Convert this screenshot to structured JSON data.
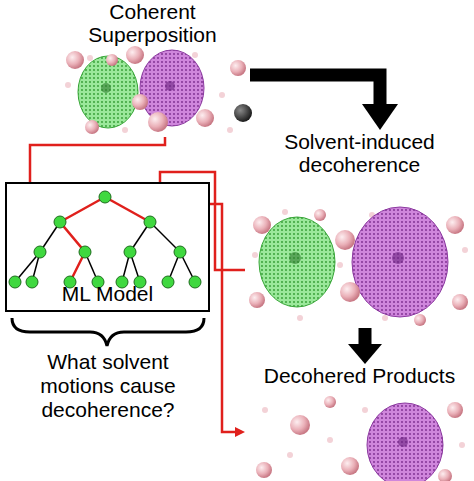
{
  "diagram": {
    "nodes": [
      {
        "text": [
          "Coherent Superposition"
        ]
      },
      {
        "text": [
          "Solvent-induced decoherence"
        ]
      },
      {
        "text": [
          "Decohered Products"
        ]
      },
      {
        "text": [
          "ML Model"
        ]
      }
    ],
    "edges": [
      {
        "from": 0,
        "to": 1,
        "arrow": "to"
      },
      {
        "from": 1,
        "to": 2,
        "arrow": "to"
      },
      {
        "from": 3,
        "to": 0,
        "arrow": "none"
      },
      {
        "from": 3,
        "to": 1,
        "arrow": "none"
      },
      {
        "from": 3,
        "to": 2,
        "arrow": "to"
      }
    ],
    "labels": [
      "What solvent motions cause decoherence?"
    ]
  }
}
